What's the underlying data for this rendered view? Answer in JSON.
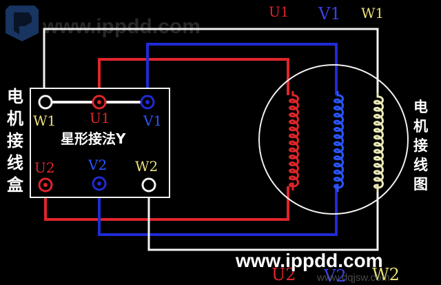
{
  "watermark": {
    "top": "www.ippdd.com",
    "bottom": "www.ippdd.com",
    "bottom_faint": "www.dqjsw.com"
  },
  "colors": {
    "background": "#000000",
    "u": "#e0252a",
    "v": "#1f2bd6",
    "w": "#e9e7b5",
    "wire_w": "#f2f2f2",
    "coil_v": "#2a56ff"
  },
  "terminal_box": {
    "side_title": "电机接线盒",
    "side_title_chars": [
      "电",
      "机",
      "接",
      "线",
      "盒"
    ],
    "connection_label": "星形接法Y",
    "top_terminals": [
      "W1",
      "U1",
      "V1"
    ],
    "bottom_terminals": [
      "U2",
      "V2",
      "W2"
    ]
  },
  "motor": {
    "side_title": "电机接线图",
    "side_title_chars": [
      "电",
      "机",
      "接",
      "线",
      "图"
    ]
  },
  "top_labels": [
    "U1",
    "V1",
    "W1"
  ],
  "bottom_labels": [
    "U2",
    "V2",
    "W2"
  ]
}
